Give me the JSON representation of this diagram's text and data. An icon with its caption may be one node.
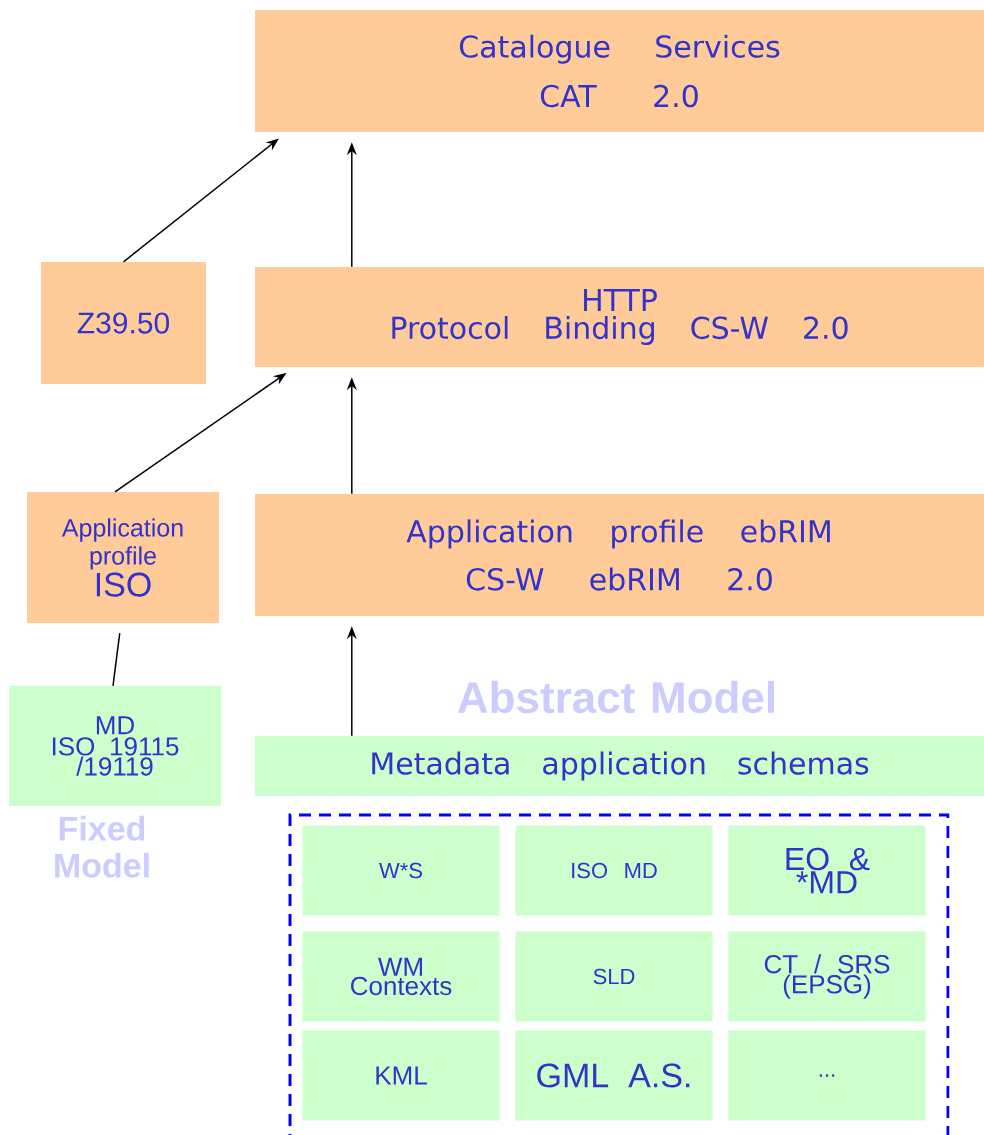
{
  "diagram": {
    "nodes": [
      {
        "text": [
          "Catalogue Services",
          "CAT 2.0"
        ]
      },
      {
        "text": [
          "Z39.50"
        ]
      },
      {
        "text": [
          "HTTP",
          "Protocol Binding CS-W 2.0"
        ]
      },
      {
        "text": [
          "Application profile",
          "ISO"
        ]
      },
      {
        "text": [
          "Application profile ebRIM",
          "CS-W ebRIM 2.0"
        ]
      },
      {
        "text": [
          "MD",
          "ISO 19115 /19119"
        ],
        "beside": [
          "Fixed Model"
        ]
      },
      {
        "text": [
          "Metadata application schemas"
        ]
      },
      {
        "text": [],
        "shape": "box"
      },
      {
        "text": [
          "W*S"
        ],
        "in": 7
      },
      {
        "text": [
          "ISO MD"
        ],
        "in": 7
      },
      {
        "text": [
          "EO & *MD"
        ],
        "in": 7
      },
      {
        "text": [
          "WM Contexts"
        ],
        "in": 7
      },
      {
        "text": [
          "SLD"
        ],
        "in": 7
      },
      {
        "text": [
          "CT / SRS (EPSG)"
        ],
        "in": 7
      },
      {
        "text": [
          "KML"
        ],
        "in": 7
      },
      {
        "text": [
          "GML A.S."
        ],
        "in": 7
      },
      {
        "text": [
          "..."
        ],
        "in": 7
      }
    ],
    "edges": [
      {
        "from": 1,
        "to": 0,
        "arrow": "to"
      },
      {
        "from": 2,
        "to": 0,
        "arrow": "to"
      },
      {
        "from": 3,
        "to": 2,
        "arrow": "to"
      },
      {
        "from": 4,
        "to": 2,
        "arrow": "to"
      },
      {
        "from": 6,
        "to": 4,
        "arrow": "to"
      },
      {
        "from": 5,
        "to": 3,
        "arrow": "none"
      }
    ],
    "labels": [
      "Abstract Model"
    ]
  }
}
